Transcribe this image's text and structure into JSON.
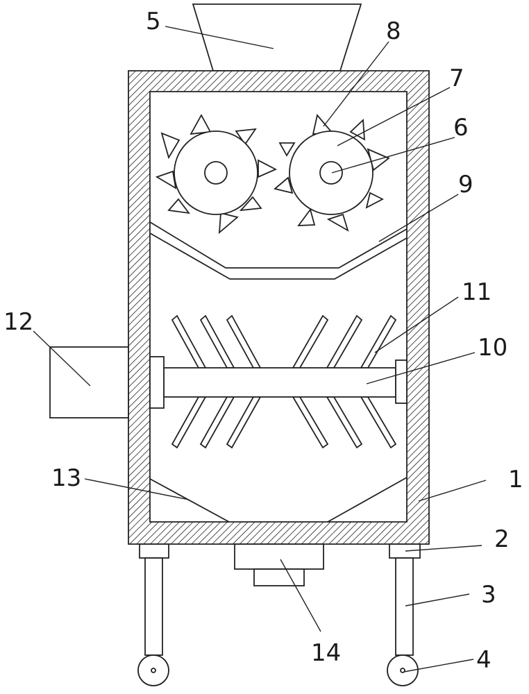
{
  "labels": {
    "n1": "1",
    "n2": "2",
    "n3": "3",
    "n4": "4",
    "n5": "5",
    "n6": "6",
    "n7": "7",
    "n8": "8",
    "n9": "9",
    "n10": "10",
    "n11": "11",
    "n12": "12",
    "n13": "13",
    "n14": "14"
  },
  "colors": {
    "line": "#222222",
    "background": "#ffffff"
  }
}
